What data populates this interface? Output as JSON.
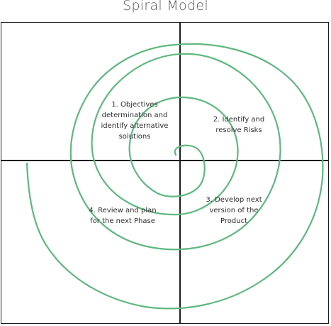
{
  "diagram": {
    "title": "Spiral Model",
    "spiral_color": "#5fb87f",
    "quadrants": [
      {
        "lines": [
          "1. Objectives",
          "determination and",
          "identify alternative",
          "solutions"
        ]
      },
      {
        "lines": [
          "2. Identify and",
          "resolve Risks"
        ]
      },
      {
        "lines": [
          "3. Develop next",
          "version of the",
          "Product"
        ]
      },
      {
        "lines": [
          "4. Review and plan",
          "for the next Phase"
        ]
      }
    ]
  }
}
